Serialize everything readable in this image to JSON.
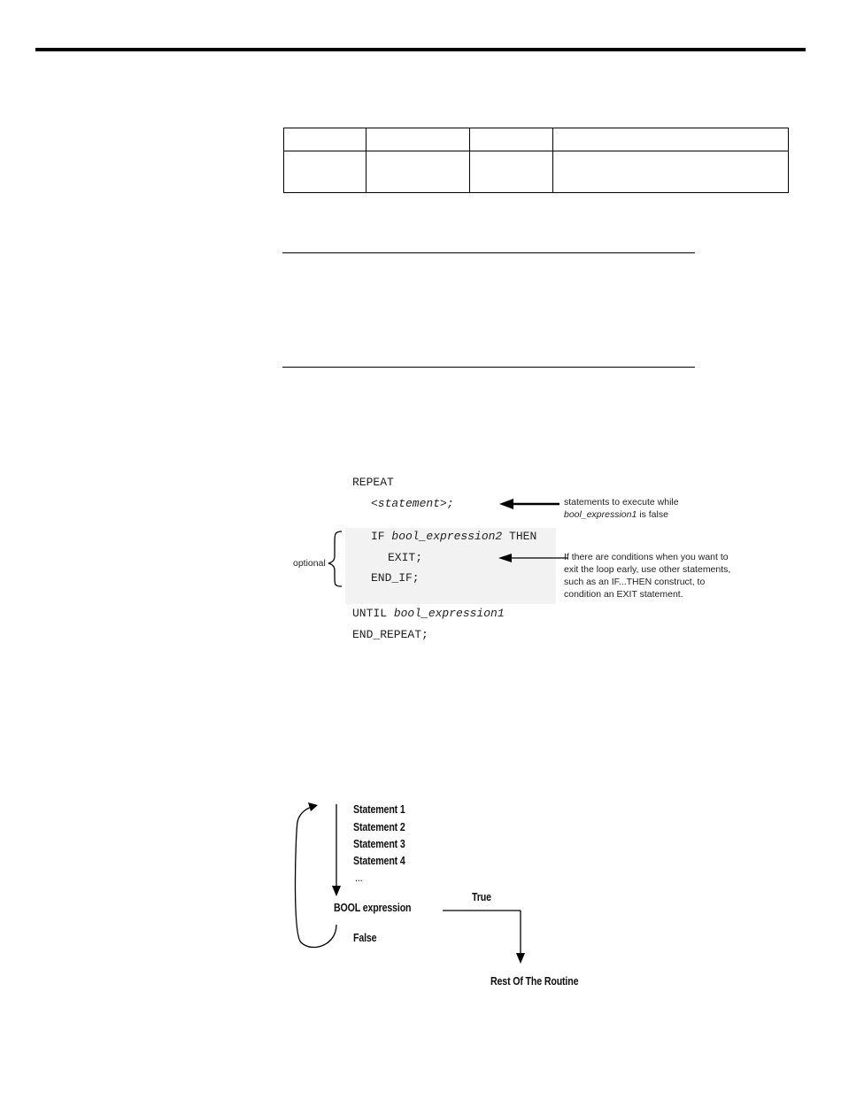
{
  "syntax": {
    "line_repeat": "REPEAT",
    "line_statement": "<statement>;",
    "line_if_kw": "IF ",
    "line_if_expr": "bool_expression2",
    "line_if_then": " THEN",
    "line_exit": "EXIT;",
    "line_end_if": "END_IF;",
    "line_until_kw": "UNTIL ",
    "line_until_expr": "bool_expression1",
    "line_end_repeat": "END_REPEAT;",
    "optional_label": "optional",
    "note1_line1": "statements to execute while",
    "note1_line2_italic": "bool_expression1",
    "note1_line2_rest": " is false",
    "note2_line1": "If there are conditions when you want to",
    "note2_line2": "exit the loop early, use other statements,",
    "note2_line3": "such as an IF...THEN construct, to",
    "note2_line4": "condition an EXIT statement."
  },
  "flowchart": {
    "statement1": "Statement 1",
    "statement2": "Statement 2",
    "statement3": "Statement 3",
    "statement4": "Statement 4",
    "ellipsis": "...",
    "condition": "BOOL expression",
    "true_label": "True",
    "false_label": "False",
    "exit_label": "Rest Of The Routine"
  }
}
